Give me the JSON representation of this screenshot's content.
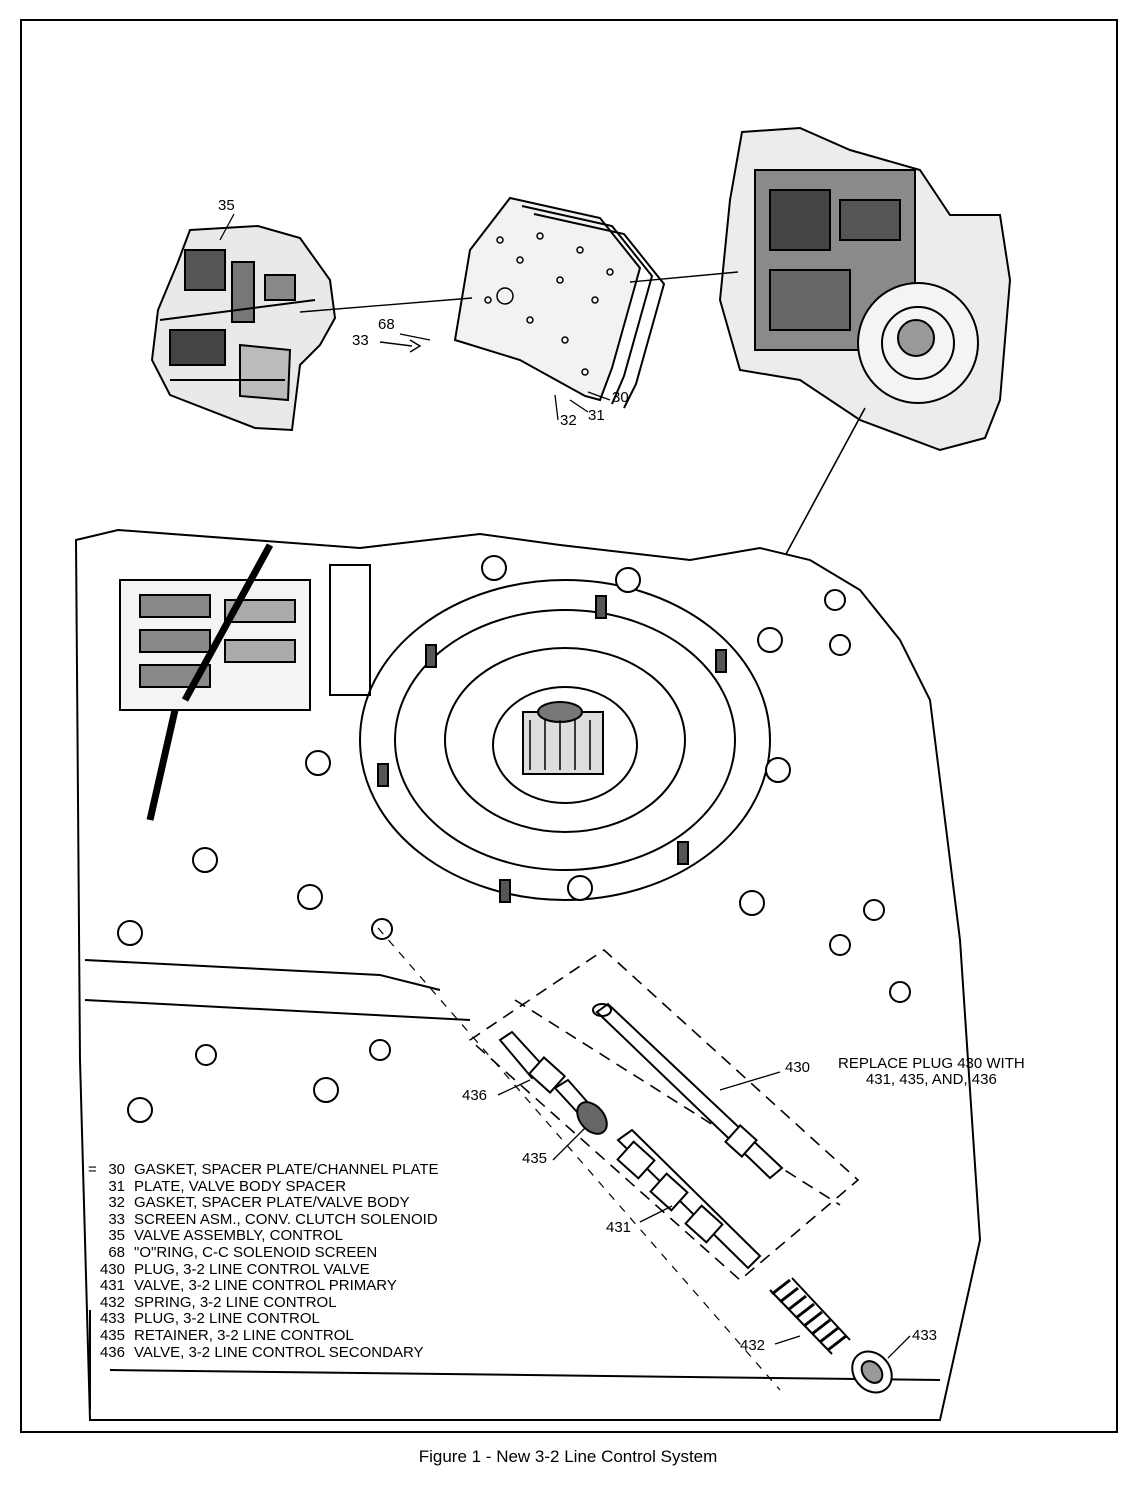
{
  "caption": "Figure 1 - New 3-2 Line Control System",
  "note": [
    "REPLACE PLUG 430 WITH",
    "431, 435, AND, 436"
  ],
  "callouts": {
    "c35": "35",
    "c68": "68",
    "c33": "33",
    "c30": "30",
    "c31": "31",
    "c32": "32",
    "c430": "430",
    "c436": "436",
    "c435": "435",
    "c431": "431",
    "c432": "432",
    "c433": "433"
  },
  "legend_mark": "=",
  "legend": [
    {
      "num": "30",
      "text": "GASKET, SPACER PLATE/CHANNEL PLATE"
    },
    {
      "num": "31",
      "text": "PLATE, VALVE BODY SPACER"
    },
    {
      "num": "32",
      "text": "GASKET, SPACER PLATE/VALVE BODY"
    },
    {
      "num": "33",
      "text": "SCREEN ASM., CONV. CLUTCH SOLENOID"
    },
    {
      "num": "35",
      "text": "VALVE ASSEMBLY, CONTROL"
    },
    {
      "num": "68",
      "text": "\"O\"RING, C-C SOLENOID SCREEN"
    },
    {
      "num": "430",
      "text": "PLUG, 3-2 LINE CONTROL VALVE"
    },
    {
      "num": "431",
      "text": "VALVE, 3-2 LINE CONTROL PRIMARY"
    },
    {
      "num": "432",
      "text": "SPRING, 3-2 LINE CONTROL"
    },
    {
      "num": "433",
      "text": "PLUG, 3-2 LINE CONTROL"
    },
    {
      "num": "435",
      "text": "RETAINER, 3-2 LINE CONTROL"
    },
    {
      "num": "436",
      "text": "VALVE, 3-2 LINE CONTROL SECONDARY"
    }
  ]
}
